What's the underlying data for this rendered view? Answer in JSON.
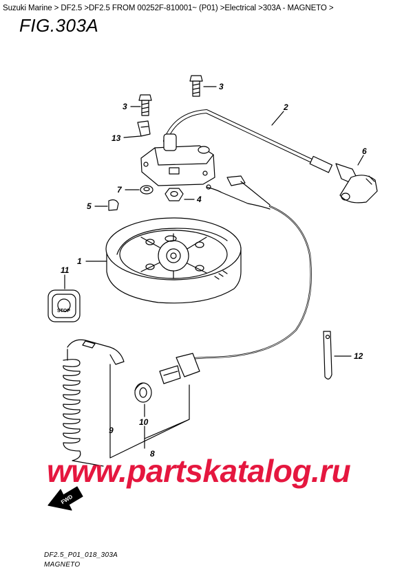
{
  "breadcrumb": {
    "items": [
      "Suzuki Marine",
      "DF2.5",
      "DF2.5 FROM 00252F-810001~ (P01)",
      "Electrical",
      "303A - MAGNETO"
    ],
    "separator": " > "
  },
  "figure": {
    "title": "FIG.303A"
  },
  "callouts": {
    "c1": "1",
    "c2": "2",
    "c3a": "3",
    "c3b": "3",
    "c4": "4",
    "c5": "5",
    "c6": "6",
    "c7": "7",
    "c8": "8",
    "c9": "9",
    "c10": "10",
    "c11": "11",
    "c12": "12",
    "c13": "13"
  },
  "stop_label": "STOP",
  "fwd_label": "FWD",
  "watermark": "www.partskatalog.ru",
  "footer": {
    "code": "DF2.5_P01_018_303A",
    "name": "MAGNETO"
  },
  "colors": {
    "watermark": "#e5173f",
    "line": "#000000"
  }
}
